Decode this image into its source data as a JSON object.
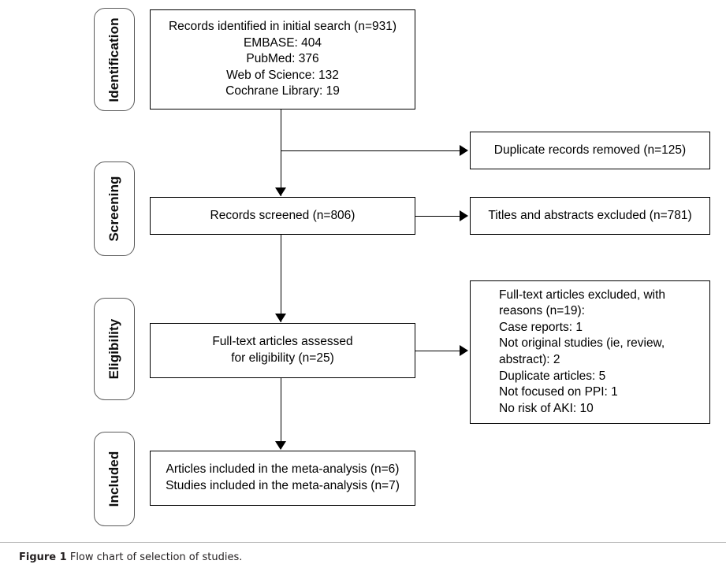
{
  "figure": {
    "caption_label": "Figure 1",
    "caption_text": "Flow chart of selection of studies."
  },
  "stages": [
    {
      "id": "identification",
      "label": "Identification"
    },
    {
      "id": "screening",
      "label": "Screening"
    },
    {
      "id": "eligibility",
      "label": "Eligibility"
    },
    {
      "id": "included",
      "label": "Included"
    }
  ],
  "boxes": {
    "records_identified": {
      "text": "Records identified in initial search (n=931)\nEMBASE: 404\nPubMed: 376\nWeb of Science: 132\nCochrane Library: 19"
    },
    "duplicates_removed": {
      "text": "Duplicate records removed (n=125)"
    },
    "records_screened": {
      "text": "Records screened (n=806)"
    },
    "titles_abstracts_excluded": {
      "text": "Titles and abstracts excluded (n=781)"
    },
    "fulltext_assessed": {
      "text": "Full-text articles assessed\nfor eligibility (n=25)"
    },
    "fulltext_excluded": {
      "text": "Full-text articles excluded, with\nreasons (n=19):\n   Case reports: 1\n   Not original studies (ie, review,\n   abstract): 2\n   Duplicate articles: 5\n   Not focused on PPI: 1\n   No risk of AKI: 10"
    },
    "included_final": {
      "text": "Articles included in the meta-analysis (n=6)\nStudies included in the meta-analysis (n=7)"
    }
  },
  "chart_data": {
    "type": "diagram",
    "title": "PRISMA flow chart of selection of studies",
    "nodes": [
      {
        "id": "records_identified",
        "stage": "Identification",
        "label": "Records identified in initial search (n=931)",
        "total": 931,
        "sources": [
          {
            "name": "EMBASE",
            "count": 404
          },
          {
            "name": "PubMed",
            "count": 376
          },
          {
            "name": "Web of Science",
            "count": 132
          },
          {
            "name": "Cochrane Library",
            "count": 19
          }
        ]
      },
      {
        "id": "duplicates_removed",
        "stage": "Identification",
        "label": "Duplicate records removed (n=125)",
        "total": 125
      },
      {
        "id": "records_screened",
        "stage": "Screening",
        "label": "Records screened (n=806)",
        "total": 806
      },
      {
        "id": "titles_abstracts_excluded",
        "stage": "Screening",
        "label": "Titles and abstracts excluded (n=781)",
        "total": 781
      },
      {
        "id": "fulltext_assessed",
        "stage": "Eligibility",
        "label": "Full-text articles assessed for eligibility (n=25)",
        "total": 25
      },
      {
        "id": "fulltext_excluded",
        "stage": "Eligibility",
        "label": "Full-text articles excluded, with reasons (n=19)",
        "total": 19,
        "reasons": [
          {
            "name": "Case reports",
            "count": 1
          },
          {
            "name": "Not original studies (ie, review, abstract)",
            "count": 2
          },
          {
            "name": "Duplicate articles",
            "count": 5
          },
          {
            "name": "Not focused on PPI",
            "count": 1
          },
          {
            "name": "No risk of AKI",
            "count": 10
          }
        ]
      },
      {
        "id": "included_final",
        "stage": "Included",
        "label": "Articles included in the meta-analysis (n=6); Studies included in the meta-analysis (n=7)",
        "articles": 6,
        "studies": 7
      }
    ],
    "edges": [
      {
        "from": "records_identified",
        "to": "duplicates_removed",
        "direction": "right"
      },
      {
        "from": "records_identified",
        "to": "records_screened",
        "direction": "down"
      },
      {
        "from": "records_screened",
        "to": "titles_abstracts_excluded",
        "direction": "right"
      },
      {
        "from": "records_screened",
        "to": "fulltext_assessed",
        "direction": "down"
      },
      {
        "from": "fulltext_assessed",
        "to": "fulltext_excluded",
        "direction": "right"
      },
      {
        "from": "fulltext_assessed",
        "to": "included_final",
        "direction": "down"
      }
    ]
  }
}
